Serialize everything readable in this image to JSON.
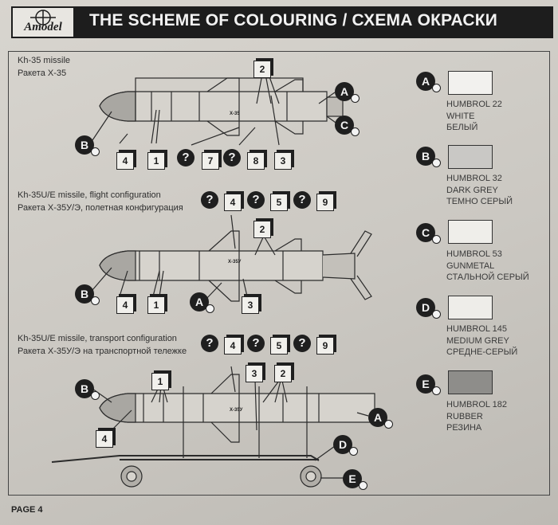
{
  "header": {
    "logo_text": "Amodel",
    "title": "THE SCHEME OF COLOURING / СХЕМА ОКРАСКИ"
  },
  "sections": [
    {
      "title_en": "Kh-35 missile",
      "title_ru": "Ракета Х-35",
      "marking": "Х-35"
    },
    {
      "title_en": "Kh-35U/E missile, flight configuration",
      "title_ru": "Ракета Х-35У/Э, полетная конфигурация",
      "marking": "Х-35У"
    },
    {
      "title_en": "Kh-35U/E missile, transport configuration",
      "title_ru": "Ракета Х-35У/Э на транспортной тележке",
      "marking": "Х-35У"
    }
  ],
  "callouts": {
    "s1": {
      "top_box": "2",
      "bottom": [
        "4",
        "1",
        "?",
        "7",
        "?",
        "8",
        "3"
      ],
      "letters": [
        "A",
        "C",
        "B"
      ]
    },
    "s2": {
      "top_row": [
        "?",
        "4",
        "?",
        "5",
        "?",
        "9"
      ],
      "top_box": "2",
      "bottom": [
        "4",
        "1",
        "3"
      ],
      "letters": [
        "B",
        "A"
      ]
    },
    "s3": {
      "top_row": [
        "?",
        "4",
        "?",
        "5",
        "?",
        "9"
      ],
      "boxes": [
        "1",
        "3",
        "2",
        "4"
      ],
      "letters": [
        "B",
        "A",
        "D",
        "E"
      ]
    }
  },
  "legend": [
    {
      "letter": "A",
      "code": "HUMBROL 22",
      "name_en": "WHITE",
      "name_ru": "БЕЛЫЙ",
      "color": "#f2f1ee"
    },
    {
      "letter": "B",
      "code": "HUMBROL 32",
      "name_en": "DARK GREY",
      "name_ru": "ТЕМНО СЕРЫЙ",
      "color": "#c9c8c5"
    },
    {
      "letter": "C",
      "code": "HUMBROL 53",
      "name_en": "GUNMETAL",
      "name_ru": "СТАЛЬНОЙ СЕРЫЙ",
      "color": "#efeeea"
    },
    {
      "letter": "D",
      "code": "HUMBROL 145",
      "name_en": "MEDIUM GREY",
      "name_ru": "СРЕДНЕ-СЕРЫЙ",
      "color": "#eeede9"
    },
    {
      "letter": "E",
      "code": "HUMBROL 182",
      "name_en": "RUBBER",
      "name_ru": "РЕЗИНА",
      "color": "#8e8d8a"
    }
  ],
  "footer": {
    "page": "PAGE 4"
  }
}
